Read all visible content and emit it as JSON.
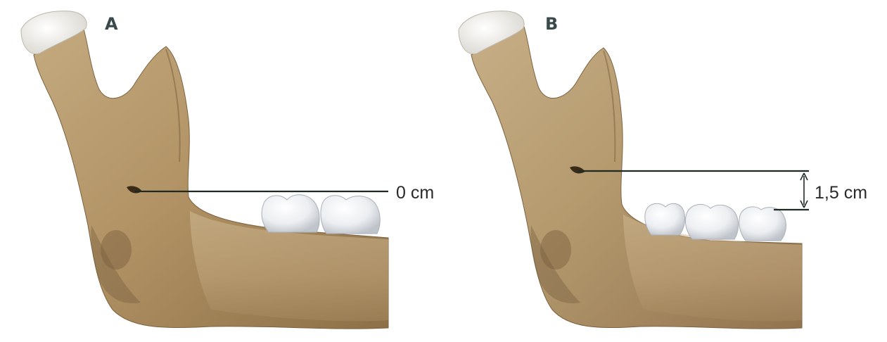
{
  "panels": [
    {
      "letter": "A",
      "measurement": "0 cm"
    },
    {
      "letter": "B",
      "measurement": "1,5 cm"
    }
  ],
  "colors": {
    "bone_light": "#c9b18a",
    "bone_mid": "#a88a5f",
    "bone_dark": "#6e5538",
    "condyle_cap": "#f2f0ea",
    "tooth_white": "#f4f4f6",
    "tooth_shadow": "#c9ccd2",
    "line": "#1f2a22"
  }
}
